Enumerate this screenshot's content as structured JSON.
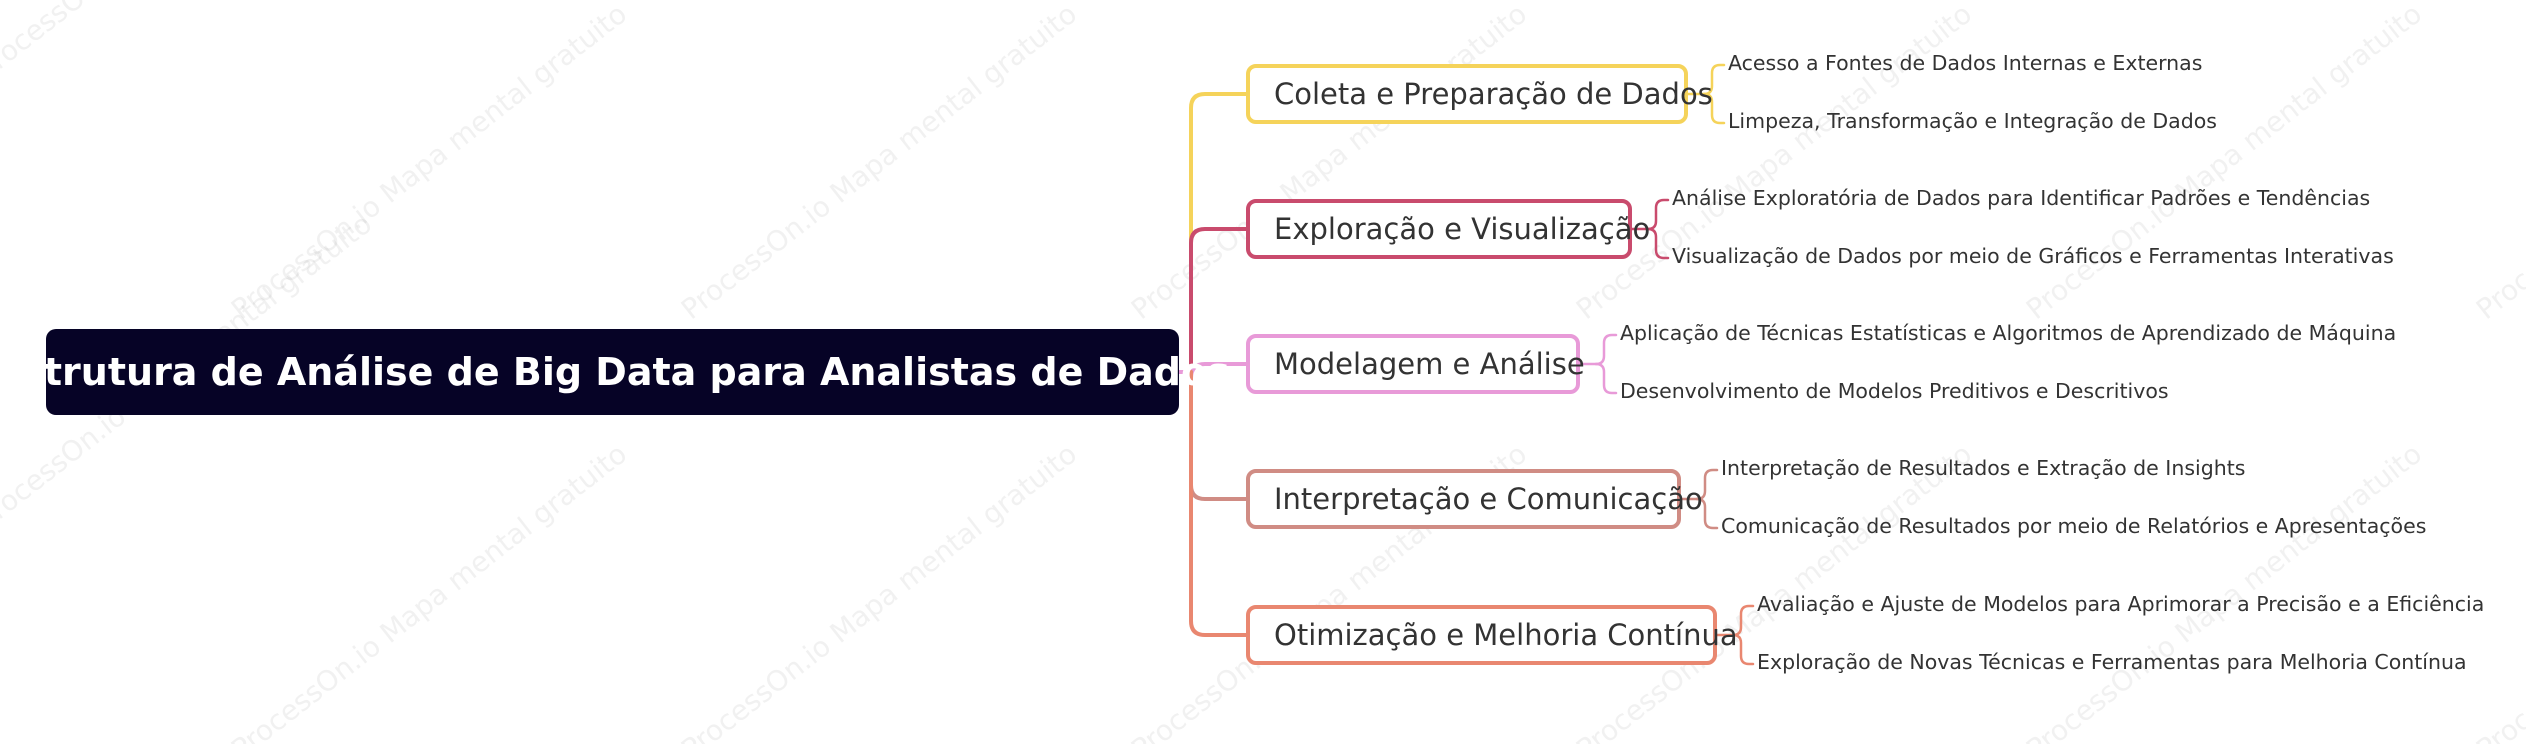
{
  "watermark": "ProcessOn.io Mapa mental gratuito",
  "root": {
    "label": "Estrutura de Análise de Big Data para Analistas de Dados",
    "color": "#060326"
  },
  "branches": [
    {
      "label": "Coleta e Preparação de Dados",
      "color": "#f5d35a",
      "children": [
        "Acesso a Fontes de Dados Internas e Externas",
        "Limpeza, Transformação e Integração de Dados"
      ]
    },
    {
      "label": "Exploração e Visualização",
      "color": "#c94b6d",
      "children": [
        "Análise Exploratória de Dados para Identificar Padrões e Tendências",
        "Visualização de Dados por meio de Gráficos e Ferramentas Interativas"
      ]
    },
    {
      "label": "Modelagem e Análise",
      "color": "#e89ad8",
      "children": [
        "Aplicação de Técnicas Estatísticas e Algoritmos de Aprendizado de Máquina",
        "Desenvolvimento de Modelos Preditivos e Descritivos"
      ]
    },
    {
      "label": "Interpretação e Comunicação",
      "color": "#d08c84",
      "children": [
        "Interpretação de Resultados e Extração de Insights",
        "Comunicação de Resultados por meio de Relatórios e Apresentações"
      ]
    },
    {
      "label": "Otimização e Melhoria Contínua",
      "color": "#e98770",
      "children": [
        "Avaliação e Ajuste de Modelos para Aprimorar a Precisão e a Eficiência",
        "Exploração de Novas Técnicas e Ferramentas para Melhoria Contínua"
      ]
    }
  ]
}
